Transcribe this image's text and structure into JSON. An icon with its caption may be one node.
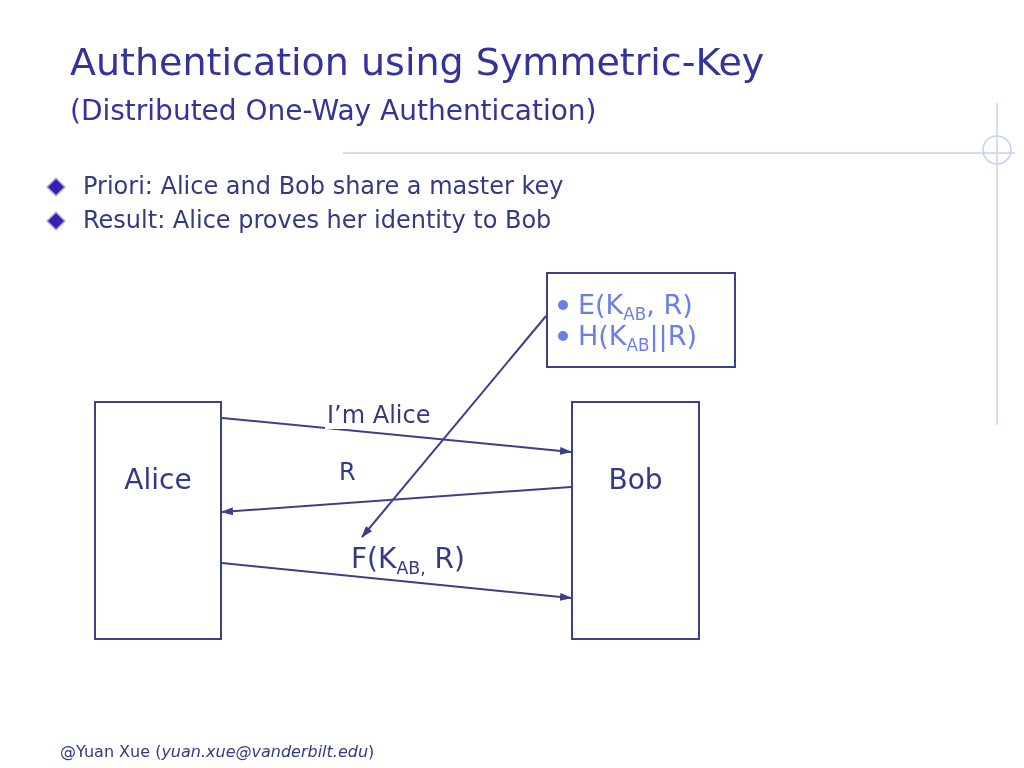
{
  "diagram": {
    "title": "Authentication using Symmetric-Key",
    "nodes": [
      {
        "text": [
          "Alice"
        ]
      },
      {
        "text": [
          "Bob"
        ]
      },
      {
        "text": [
          "E(K$_{AB}$, R)",
          "H(K$_{AB}$||R)"
        ]
      },
      {
        "text": [
          "F(K$_{AB,}$ R)"
        ]
      }
    ],
    "edges": [
      {
        "from": 0,
        "to": 1,
        "arrow": "to",
        "label": "I’m Alice"
      },
      {
        "from": 1,
        "to": 0,
        "arrow": "to",
        "label": "R"
      },
      {
        "from": 0,
        "to": 1,
        "arrow": "to"
      },
      {
        "from": 2,
        "to": 3,
        "arrow": "to"
      }
    ],
    "labels": [
      "(Distributed One-Way Authentication)",
      "Priori: Alice and Bob share a master key",
      "Result: Alice proves her identity to Bob",
      "@Yuan Xue (*yuan.xue@vanderbilt.edu*)"
    ]
  }
}
